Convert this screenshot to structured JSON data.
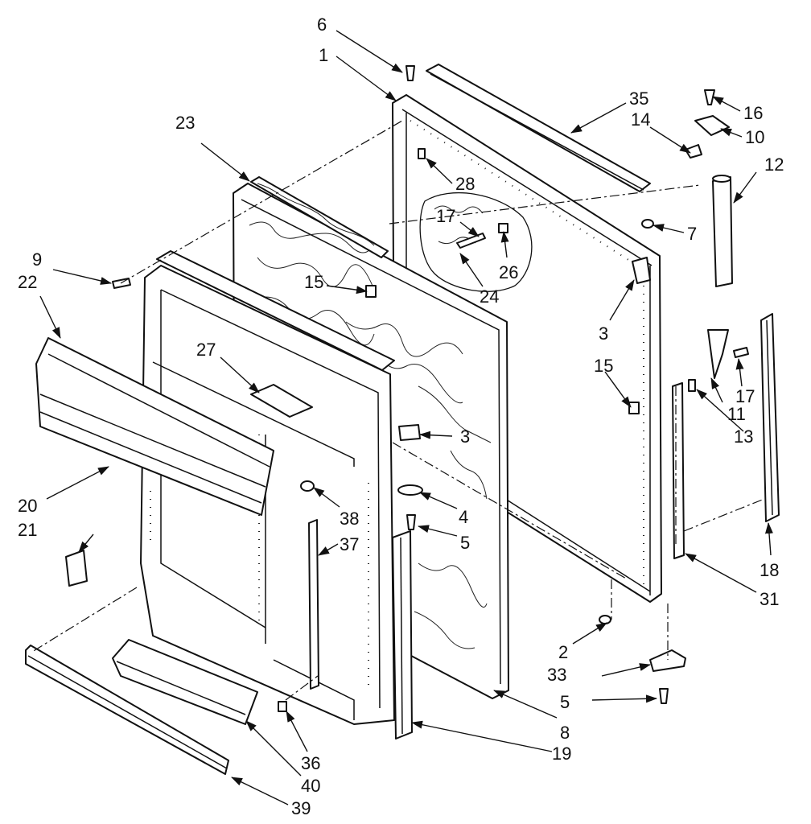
{
  "callouts": [
    {
      "id": "c6",
      "text": "6"
    },
    {
      "id": "c1",
      "text": "1"
    },
    {
      "id": "c35",
      "text": "35"
    },
    {
      "id": "c16",
      "text": "16"
    },
    {
      "id": "c14",
      "text": "14"
    },
    {
      "id": "c10",
      "text": "10"
    },
    {
      "id": "c23",
      "text": "23"
    },
    {
      "id": "c28",
      "text": "28"
    },
    {
      "id": "c12",
      "text": "12"
    },
    {
      "id": "c17a",
      "text": "17"
    },
    {
      "id": "c7",
      "text": "7"
    },
    {
      "id": "c9",
      "text": "9"
    },
    {
      "id": "c22",
      "text": "22"
    },
    {
      "id": "c26",
      "text": "26"
    },
    {
      "id": "c15a",
      "text": "15"
    },
    {
      "id": "c24",
      "text": "24"
    },
    {
      "id": "c3a",
      "text": "3"
    },
    {
      "id": "c27",
      "text": "27"
    },
    {
      "id": "c15b",
      "text": "15"
    },
    {
      "id": "c17b",
      "text": "17"
    },
    {
      "id": "c11",
      "text": "11"
    },
    {
      "id": "c13",
      "text": "13"
    },
    {
      "id": "c3b",
      "text": "3"
    },
    {
      "id": "c4",
      "text": "4"
    },
    {
      "id": "c20",
      "text": "20"
    },
    {
      "id": "c38",
      "text": "38"
    },
    {
      "id": "c5a",
      "text": "5"
    },
    {
      "id": "c21",
      "text": "21"
    },
    {
      "id": "c37",
      "text": "37"
    },
    {
      "id": "c18",
      "text": "18"
    },
    {
      "id": "c31",
      "text": "31"
    },
    {
      "id": "c2",
      "text": "2"
    },
    {
      "id": "c33",
      "text": "33"
    },
    {
      "id": "c5b",
      "text": "5"
    },
    {
      "id": "c8",
      "text": "8"
    },
    {
      "id": "c36",
      "text": "36"
    },
    {
      "id": "c19",
      "text": "19"
    },
    {
      "id": "c40",
      "text": "40"
    },
    {
      "id": "c39",
      "text": "39"
    }
  ]
}
